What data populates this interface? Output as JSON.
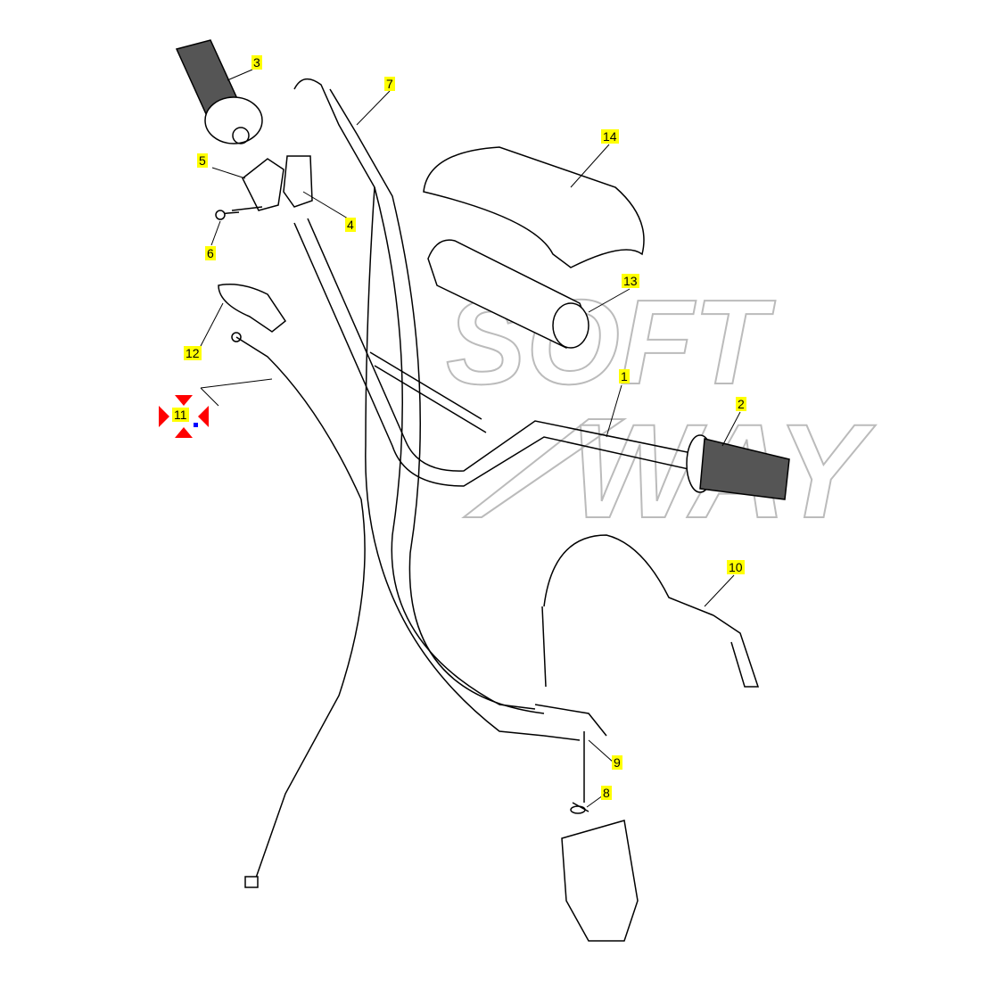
{
  "diagram": {
    "watermark": [
      "SOFT",
      "WAY"
    ],
    "selected_part": "11",
    "colors": {
      "callout_bg": "#ffff00",
      "selection_marker": "#ff0000",
      "selection_dot": "#0000ff",
      "line": "#000000",
      "watermark": "#bbbbbb"
    },
    "callouts": [
      {
        "id": "3",
        "label": "3"
      },
      {
        "id": "7",
        "label": "7"
      },
      {
        "id": "14",
        "label": "14"
      },
      {
        "id": "5",
        "label": "5"
      },
      {
        "id": "4",
        "label": "4"
      },
      {
        "id": "6",
        "label": "6"
      },
      {
        "id": "13",
        "label": "13"
      },
      {
        "id": "12",
        "label": "12"
      },
      {
        "id": "1",
        "label": "1"
      },
      {
        "id": "2",
        "label": "2"
      },
      {
        "id": "11",
        "label": "11"
      },
      {
        "id": "10",
        "label": "10"
      },
      {
        "id": "9",
        "label": "9"
      },
      {
        "id": "8",
        "label": "8"
      }
    ]
  }
}
